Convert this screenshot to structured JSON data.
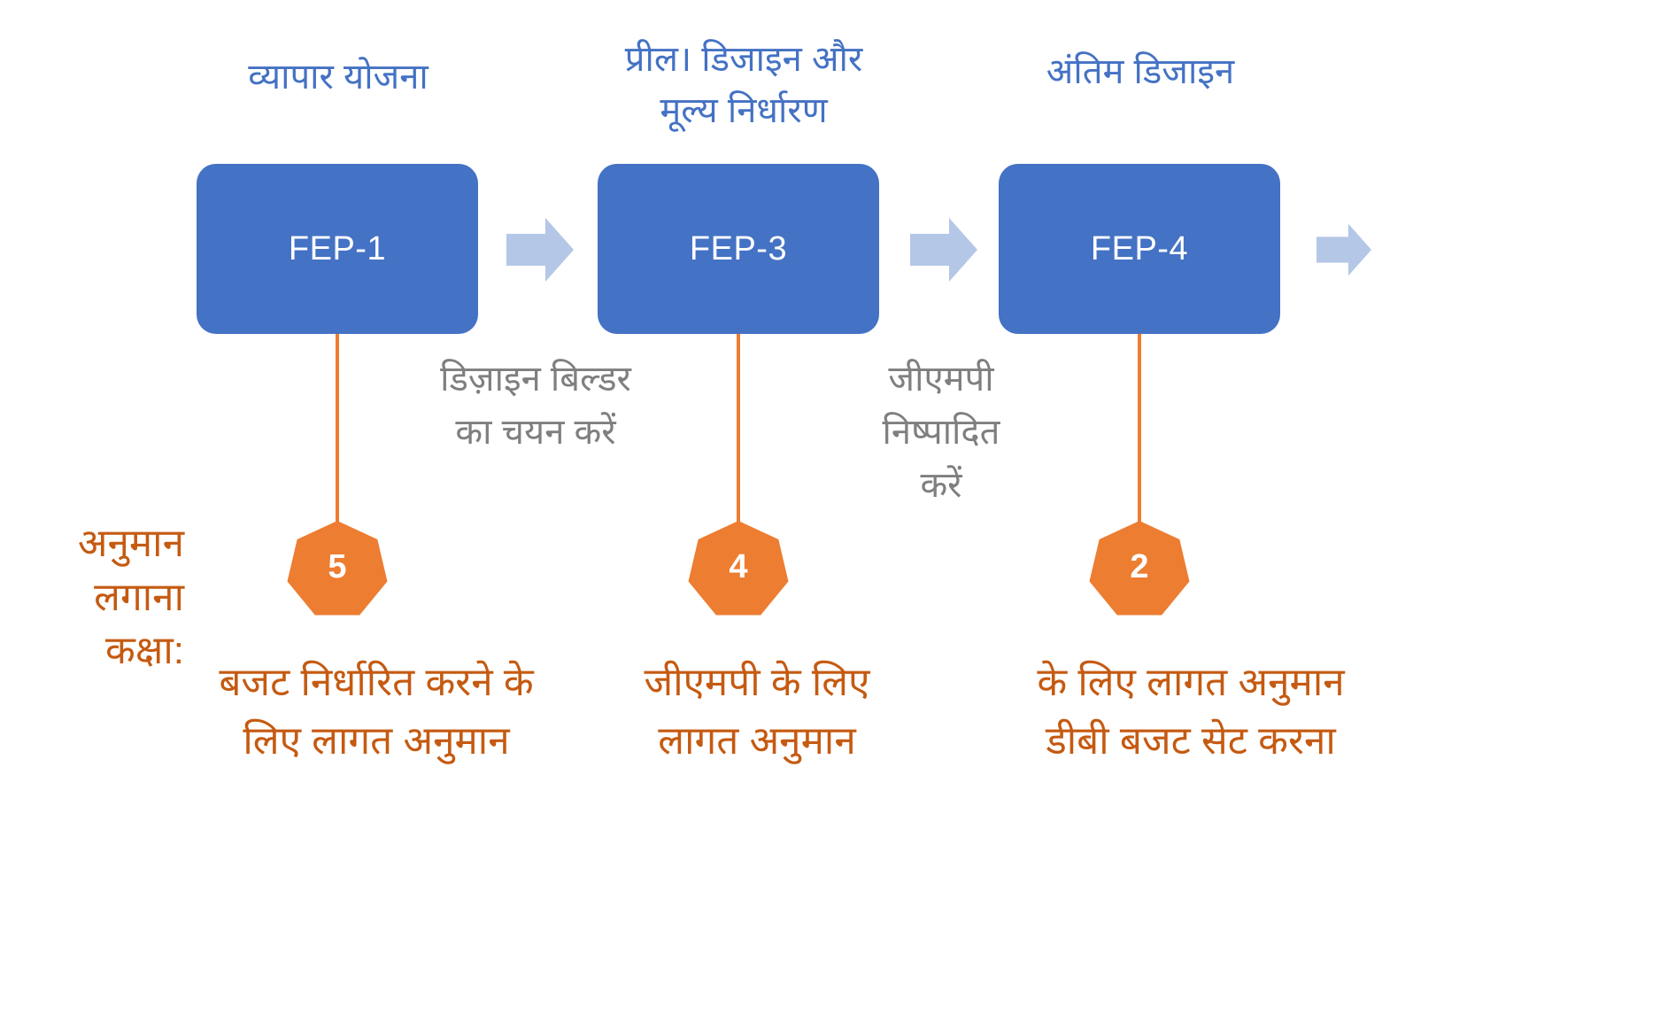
{
  "colors": {
    "box_blue": "#4472C4",
    "arrow_blue": "#B4C7E7",
    "badge_orange": "#ED7D31",
    "label_orange": "#C55A11",
    "transition_gray": "#7F7F7F",
    "title_blue": "#4472C4"
  },
  "diagram": {
    "side_label": "अनुमान\nलगाना\nकक्षा:",
    "stages": [
      {
        "title": "व्यापार योजना",
        "box_label": "FEP-1",
        "badge": "5",
        "estimate": "बजट निर्धारित करने के\nलिए लागत अनुमान"
      },
      {
        "title": "प्रील। डिजाइन और\nमूल्य निर्धारण",
        "box_label": "FEP-3",
        "badge": "4",
        "estimate": "जीएमपी के लिए\nलागत अनुमान"
      },
      {
        "title": "अंतिम डिजाइन",
        "box_label": "FEP-4",
        "badge": "2",
        "estimate": "के लिए लागत अनुमान\nडीबी बजट सेट करना"
      }
    ],
    "transitions": [
      {
        "label": "डिज़ाइन बिल्डर\nका चयन करें"
      },
      {
        "label": "जीएमपी\nनिष्पादित\nकरें"
      }
    ],
    "icons": {
      "arrow": "arrow-right-icon",
      "badge_shape": "heptagon-badge"
    }
  }
}
